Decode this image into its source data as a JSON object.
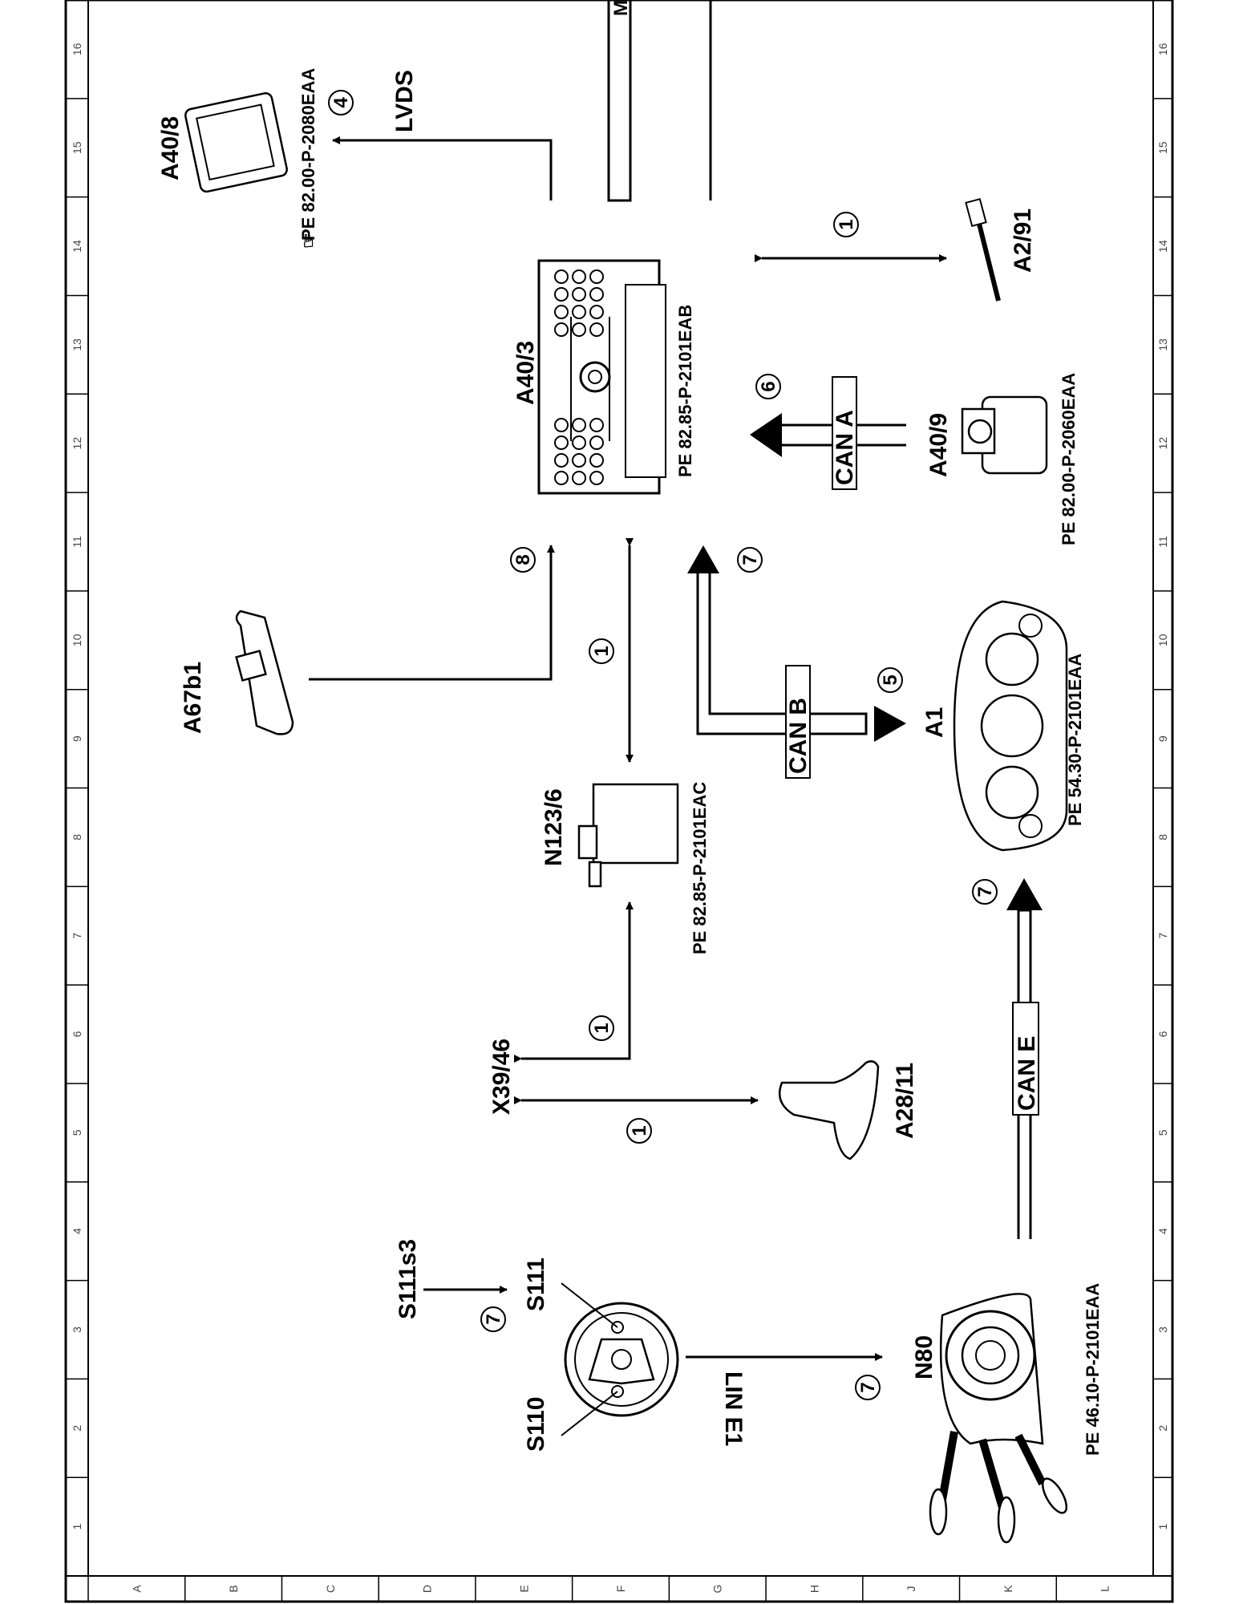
{
  "components": {
    "a40_8": {
      "label": "A40/8",
      "ref": "PE 82.00-P-2080EAA"
    },
    "a40_3": {
      "label": "A40/3",
      "ref": "PE 82.85-P-2101EAB"
    },
    "a2_91": {
      "label": "A2/91"
    },
    "a40_9": {
      "label": "A40/9",
      "ref": "PE 82.00-P-2060EAA"
    },
    "a67b1": {
      "label": "A67b1"
    },
    "n123_6": {
      "label": "N123/6",
      "ref": "PE 82.85-P-2101EAC"
    },
    "a1": {
      "label": "A1",
      "ref": "PE 54.30-P-2101EAA"
    },
    "x39_46": {
      "label": "X39/46"
    },
    "a28_11": {
      "label": "A28/11"
    },
    "s111s3": {
      "label": "S111s3"
    },
    "s111": {
      "label": "S111"
    },
    "s110": {
      "label": "S110"
    },
    "n80": {
      "label": "N80",
      "ref": "PE 46.10-P-2101EAA"
    }
  },
  "buses": {
    "lvds": "LVDS",
    "can_a": "CAN A",
    "can_b": "CAN B",
    "can_e": "CAN E",
    "lin_e1": "LIN E1",
    "m": "M"
  },
  "markers": {
    "m_lvds": "4",
    "m_a291": "1",
    "m_cana": "6",
    "m_a67": "8",
    "m_a403n123": "1",
    "m_cang": "7",
    "m_canb": "5",
    "m_cane": "7",
    "m_x39n123": "1",
    "m_x39a28": "1",
    "m_s111s3": "7",
    "m_lin": "7"
  },
  "grid": {
    "row_numbers": [
      "1",
      "2",
      "3",
      "4",
      "5",
      "6",
      "7",
      "8",
      "9",
      "10",
      "11",
      "12",
      "13",
      "14",
      "15",
      "16"
    ],
    "column_letters": [
      "A",
      "B",
      "C",
      "D",
      "E",
      "F",
      "G",
      "H",
      "J",
      "K",
      "L"
    ]
  }
}
